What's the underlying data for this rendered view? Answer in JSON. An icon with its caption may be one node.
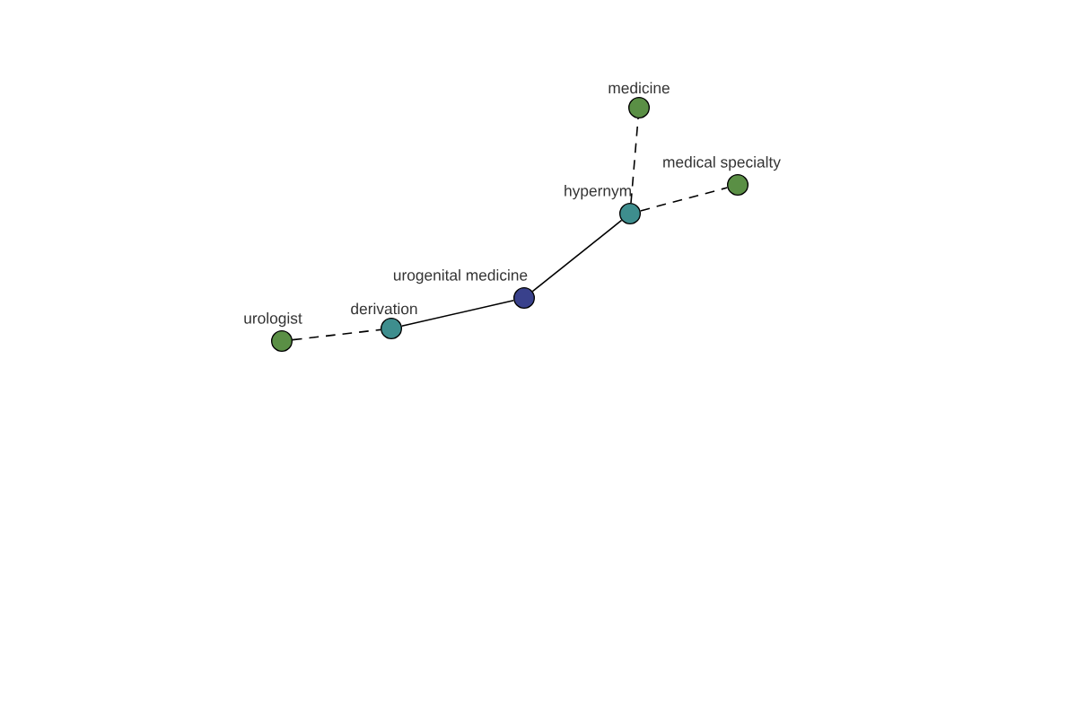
{
  "diagram": {
    "nodes": [
      {
        "text": [
          "medicine"
        ]
      },
      {
        "text": [
          "medical specialty"
        ]
      },
      {
        "text": [
          "hypernym"
        ]
      },
      {
        "text": [
          "urogenital medicine"
        ]
      },
      {
        "text": [
          "derivation"
        ]
      },
      {
        "text": [
          "urologist"
        ]
      }
    ],
    "edges": [
      {
        "from": 2,
        "to": 0,
        "arrow": "none",
        "style": "dashed"
      },
      {
        "from": 2,
        "to": 1,
        "arrow": "none",
        "style": "dashed"
      },
      {
        "from": 3,
        "to": 2,
        "arrow": "none"
      },
      {
        "from": 4,
        "to": 3,
        "arrow": "none"
      },
      {
        "from": 5,
        "to": 4,
        "arrow": "none",
        "style": "dashed"
      }
    ]
  }
}
